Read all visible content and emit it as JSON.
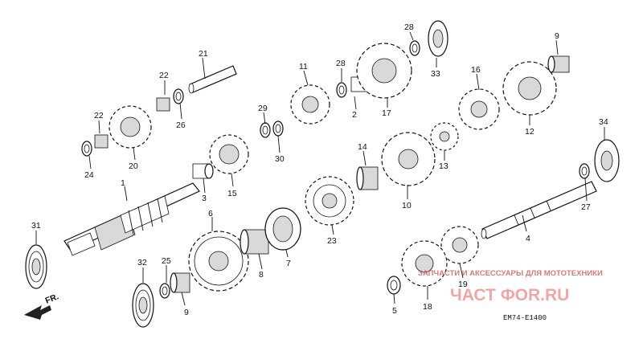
{
  "diagram": {
    "direction_label": "FR.",
    "diagram_code": "EM74-E1400",
    "watermark": {
      "line1": "ЗАПЧАСТИ И АКСЕССУАРЫ ДЛЯ МОТОТЕХНИКИ",
      "line2": "ЧАСТ ФОR.RU",
      "color": "#e06060"
    },
    "callouts": [
      {
        "n": "1"
      },
      {
        "n": "2"
      },
      {
        "n": "3"
      },
      {
        "n": "4"
      },
      {
        "n": "5"
      },
      {
        "n": "6"
      },
      {
        "n": "7"
      },
      {
        "n": "8"
      },
      {
        "n": "9"
      },
      {
        "n": "9"
      },
      {
        "n": "10"
      },
      {
        "n": "11"
      },
      {
        "n": "12"
      },
      {
        "n": "13"
      },
      {
        "n": "14"
      },
      {
        "n": "15"
      },
      {
        "n": "16"
      },
      {
        "n": "17"
      },
      {
        "n": "18"
      },
      {
        "n": "19"
      },
      {
        "n": "20"
      },
      {
        "n": "21"
      },
      {
        "n": "22"
      },
      {
        "n": "22"
      },
      {
        "n": "23"
      },
      {
        "n": "24"
      },
      {
        "n": "25"
      },
      {
        "n": "26"
      },
      {
        "n": "27"
      },
      {
        "n": "28"
      },
      {
        "n": "28"
      },
      {
        "n": "29"
      },
      {
        "n": "30"
      },
      {
        "n": "31"
      },
      {
        "n": "32"
      },
      {
        "n": "33"
      },
      {
        "n": "34"
      }
    ]
  }
}
